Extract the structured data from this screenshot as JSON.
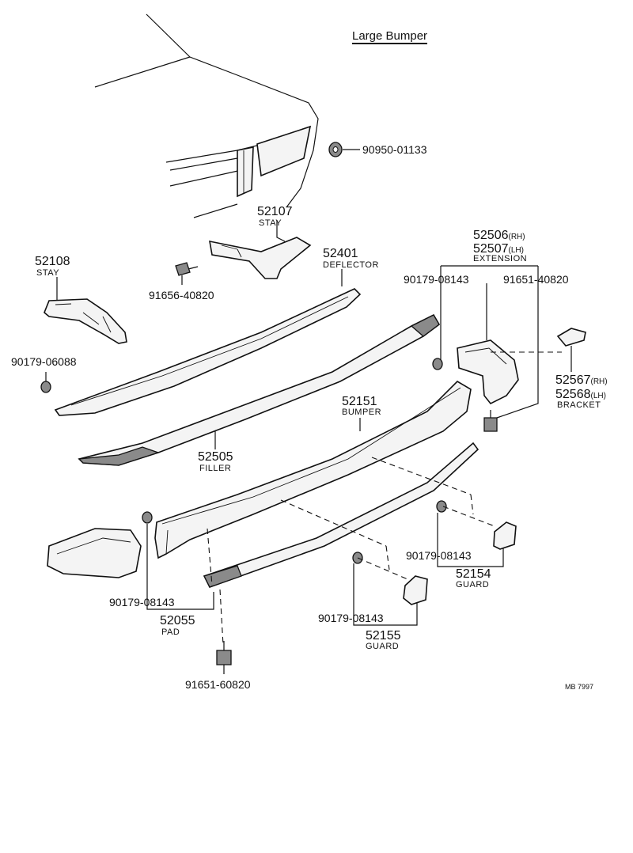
{
  "title": "Large Bumper",
  "footer_code": "MB 7997",
  "parts": {
    "p90950": {
      "number": "90950-01133"
    },
    "p52107": {
      "number": "52107",
      "name": "STAY"
    },
    "p52108": {
      "number": "52108",
      "name": "STAY"
    },
    "p91656": {
      "number": "91656-40820"
    },
    "p52401": {
      "number": "52401",
      "name": "DEFLECTOR"
    },
    "p52506": {
      "number": "52506",
      "suffix": "(RH)"
    },
    "p52507": {
      "number": "52507",
      "suffix": "(LH)",
      "name": "EXTENSION"
    },
    "p90179_upper": {
      "number": "90179-08143"
    },
    "p91651_40820": {
      "number": "91651-40820"
    },
    "p90179_06088": {
      "number": "90179-06088"
    },
    "p52567": {
      "number": "52567",
      "suffix": "(RH)"
    },
    "p52568": {
      "number": "52568",
      "suffix": "(LH)",
      "name": "BRACKET"
    },
    "p52151": {
      "number": "52151",
      "name": "BUMPER"
    },
    "p52505": {
      "number": "52505",
      "name": "FILLER"
    },
    "p90179_guard1": {
      "number": "90179-08143"
    },
    "p52154": {
      "number": "52154",
      "name": "GUARD"
    },
    "p90179_pad": {
      "number": "90179-08143"
    },
    "p52055": {
      "number": "52055",
      "name": "PAD"
    },
    "p90179_guard2": {
      "number": "90179-08143"
    },
    "p52155": {
      "number": "52155",
      "name": "GUARD"
    },
    "p91651_60820": {
      "number": "91651-60820"
    }
  }
}
